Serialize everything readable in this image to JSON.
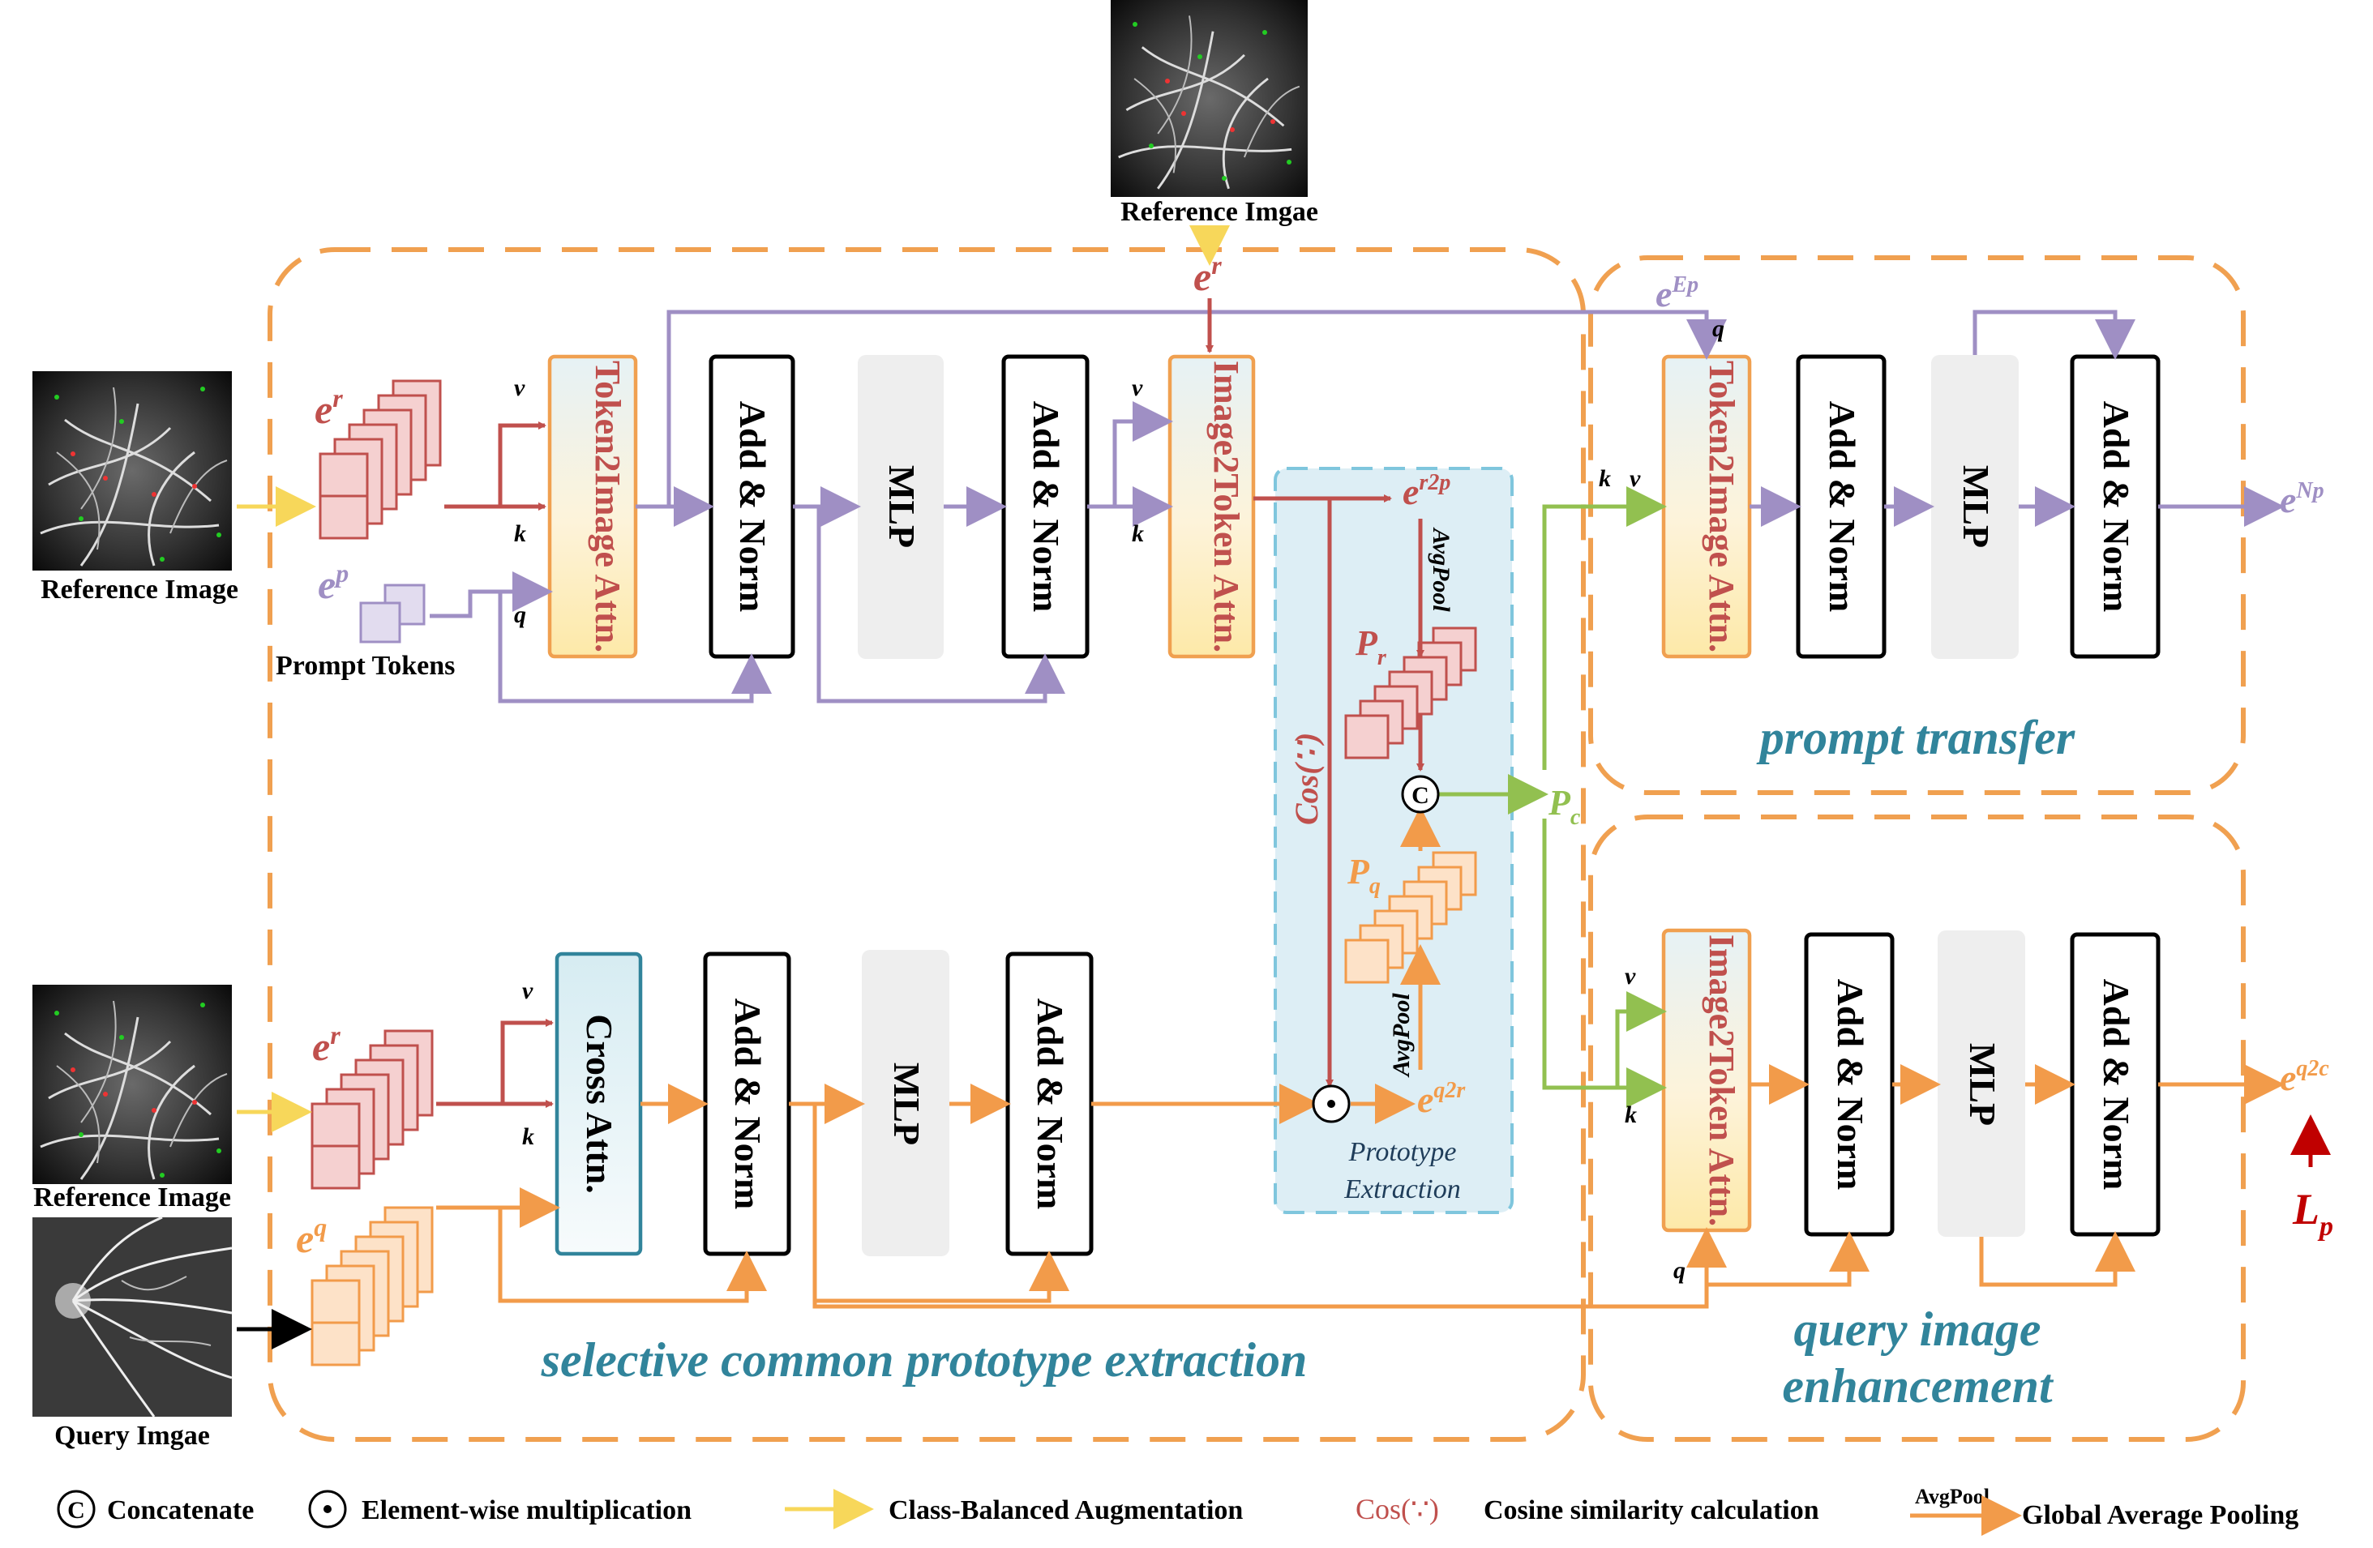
{
  "images": {
    "reference_top": "Reference Imgae",
    "reference_left_top": "Reference Image",
    "reference_left_bottom": "Reference Image",
    "query_left": "Query Imgae",
    "prompt_tokens": "Prompt Tokens"
  },
  "blocks": {
    "token2image": "Token2Image Attn.",
    "add_norm": "Add & Norm",
    "mlp": "MLP",
    "image2token": "Image2Token Attn.",
    "cross_attn": "Cross Attn."
  },
  "sections": {
    "selective": "selective common prototype extraction",
    "prompt_transfer": "prompt transfer",
    "query_enh_1": "query image",
    "query_enh_2": "enhancement",
    "prototype_1": "Prototype",
    "prototype_2": "Extraction"
  },
  "vars": {
    "e": "e",
    "sup_r": "r",
    "sup_p": "p",
    "sup_q": "q",
    "sup_r2p": "r2p",
    "sup_q2r": "q2r",
    "sup_q2c": "q2c",
    "sup_Ep": "Ep",
    "sup_Np": "Np",
    "P": "P",
    "sub_r": "r",
    "sub_q": "q",
    "sub_c": "c",
    "L": "L",
    "sub_p": "p",
    "q": "q",
    "k": "k",
    "v": "v",
    "avgpool": "AvgPool",
    "cos": "Cos(∵)"
  },
  "legend": {
    "concat_sym": "C",
    "concat": "Concatenate",
    "elem": "Element-wise multiplication",
    "cba": "Class-Balanced Augmentation",
    "cos_sym": "Cos(∵)",
    "cos": "Cosine similarity calculation",
    "avgpool_sym": "AvgPool",
    "gap": "Global Average Pooling"
  },
  "colors": {
    "red": "#c0504d",
    "purple": "#9f8fc4",
    "orange": "#f29b4a",
    "green": "#92c050",
    "yellow": "#f7d75a",
    "teal": "#31849b",
    "dash_orange": "#f0a050",
    "dash_blue": "#7fc6dd"
  }
}
